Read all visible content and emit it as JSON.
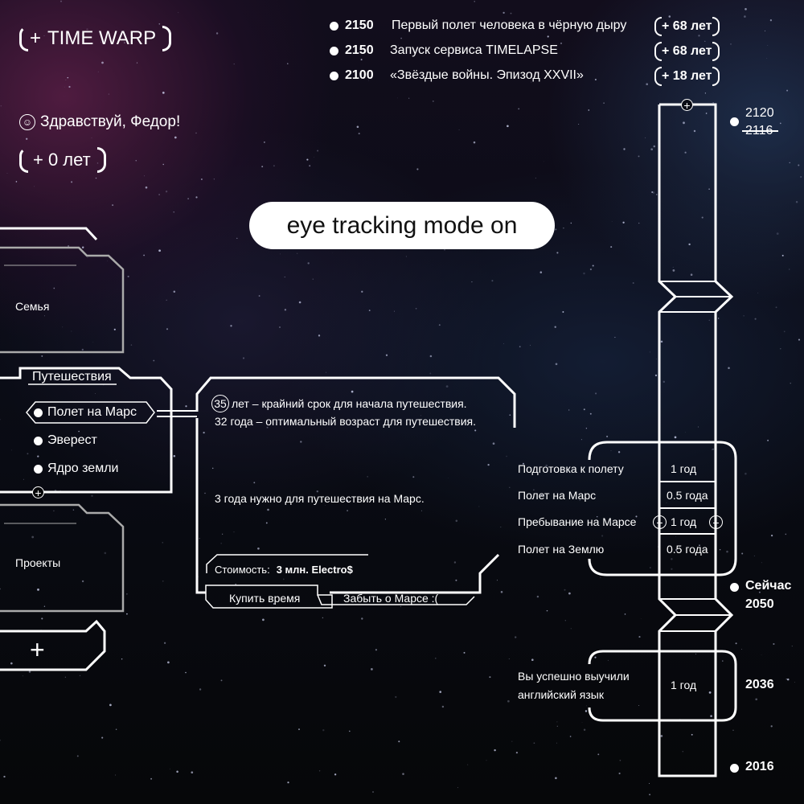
{
  "app": {
    "title": "TIME WARP",
    "greeting": "Здравствуй, Федор!",
    "years_added": "+ 0 лет",
    "mode_banner": "eye tracking mode on"
  },
  "events": [
    {
      "year": "2150",
      "title": "Первый полет человека в чёрную дыру",
      "badge": "+ 68 лет"
    },
    {
      "year": "2150",
      "title": "Запуск сервиса TIMELAPSE",
      "badge": "+ 68 лет"
    },
    {
      "year": "2100",
      "title": "«Звёздые войны. Эпизод XXVII»",
      "badge": "+ 18 лет"
    }
  ],
  "sidebar": {
    "family_label": "Семья",
    "travel_label": "Путешествия",
    "travel_items": [
      {
        "label": "Полет на Марс",
        "selected": true
      },
      {
        "label": "Эверест",
        "selected": false
      },
      {
        "label": "Ядро земли",
        "selected": false
      }
    ],
    "projects_label": "Проекты",
    "add_label": "+"
  },
  "detail": {
    "deadline_number": "35",
    "deadline_text": "лет – крайний срок для начала путешествия.",
    "optimal_text": "32 года – оптимальный возраст для путешествия.",
    "duration_text": "3 года нужно для путешествия на Марс.",
    "cost_label": "Стоимость:",
    "cost_value": "3 млн. Electro$",
    "buy_button": "Купить время",
    "forget_button": "Забыть о Марсе :("
  },
  "timeline": {
    "top_year": "2120",
    "top_year_struck": "2116",
    "now_label": "Сейчас",
    "now_year": "2050",
    "mid_year": "2036",
    "bottom_year": "2016",
    "plan": [
      {
        "label": "Подготовка к полету",
        "value": "1 год"
      },
      {
        "label": "Полет на Марс",
        "value": "0.5 года"
      },
      {
        "label": "Пребывание на Марсе",
        "value": "1 год",
        "adjustable": true
      },
      {
        "label": "Полет на Землю",
        "value": "0.5 года"
      }
    ],
    "past_event": {
      "label_line1": "Вы успешно выучили",
      "label_line2": "английский язык",
      "value": "1 год"
    }
  }
}
